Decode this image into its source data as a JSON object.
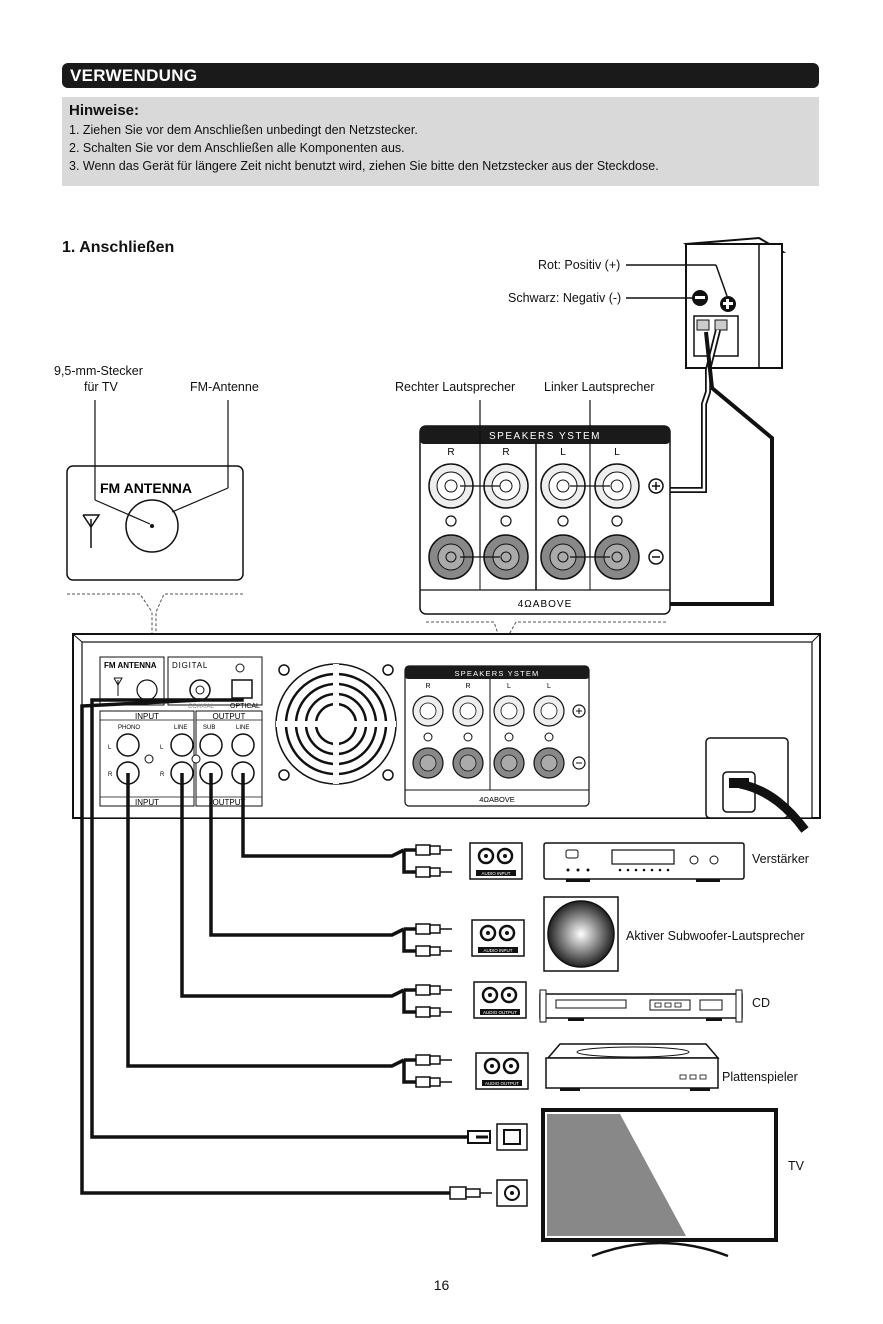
{
  "section": {
    "title": "VERWENDUNG"
  },
  "notes": {
    "title": "Hinweise:",
    "items": [
      "1. Ziehen Sie vor dem Anschließen unbedingt den Netzstecker.",
      "2. Schalten Sie vor dem Anschließen alle Komponenten aus.",
      "3. Wenn das Gerät für längere Zeit nicht benutzt wird, ziehen Sie bitte den Netzstecker aus der Steckdose."
    ]
  },
  "connect": {
    "heading": "1. Anschließen",
    "red_positive": "Rot: Positiv (+)",
    "black_negative": "Schwarz: Negativ (-)",
    "plug_95": "9,5-mm-Stecker",
    "for_tv": "für TV",
    "fm_antenna_label": "FM-Antenne",
    "right_speaker": "Rechter Lautsprecher",
    "left_speaker": "Linker Lautsprecher"
  },
  "panel": {
    "fm_antenna": "FM  ANTENNA",
    "speaker_system": "SPEAKERS YSTEM",
    "r": "R",
    "l": "L",
    "ohm": "4ΩABOVE",
    "digital": "DIGITAL",
    "coaxial": "COAXIAL",
    "optical": "OPTICAL",
    "input": "INPUT",
    "output": "OUTPUT",
    "phono": "PHONO",
    "line": "LINE",
    "sub": "SUB",
    "audio_input": "AUDIO INPUT",
    "audio_output": "AUDIO OUTPUT"
  },
  "devices": {
    "amplifier": "Verstärker",
    "subwoofer": "Aktiver Subwoofer-Lautsprecher",
    "cd": "CD",
    "turntable": "Plattenspieler",
    "tv": "TV"
  },
  "page": {
    "number": "16"
  }
}
